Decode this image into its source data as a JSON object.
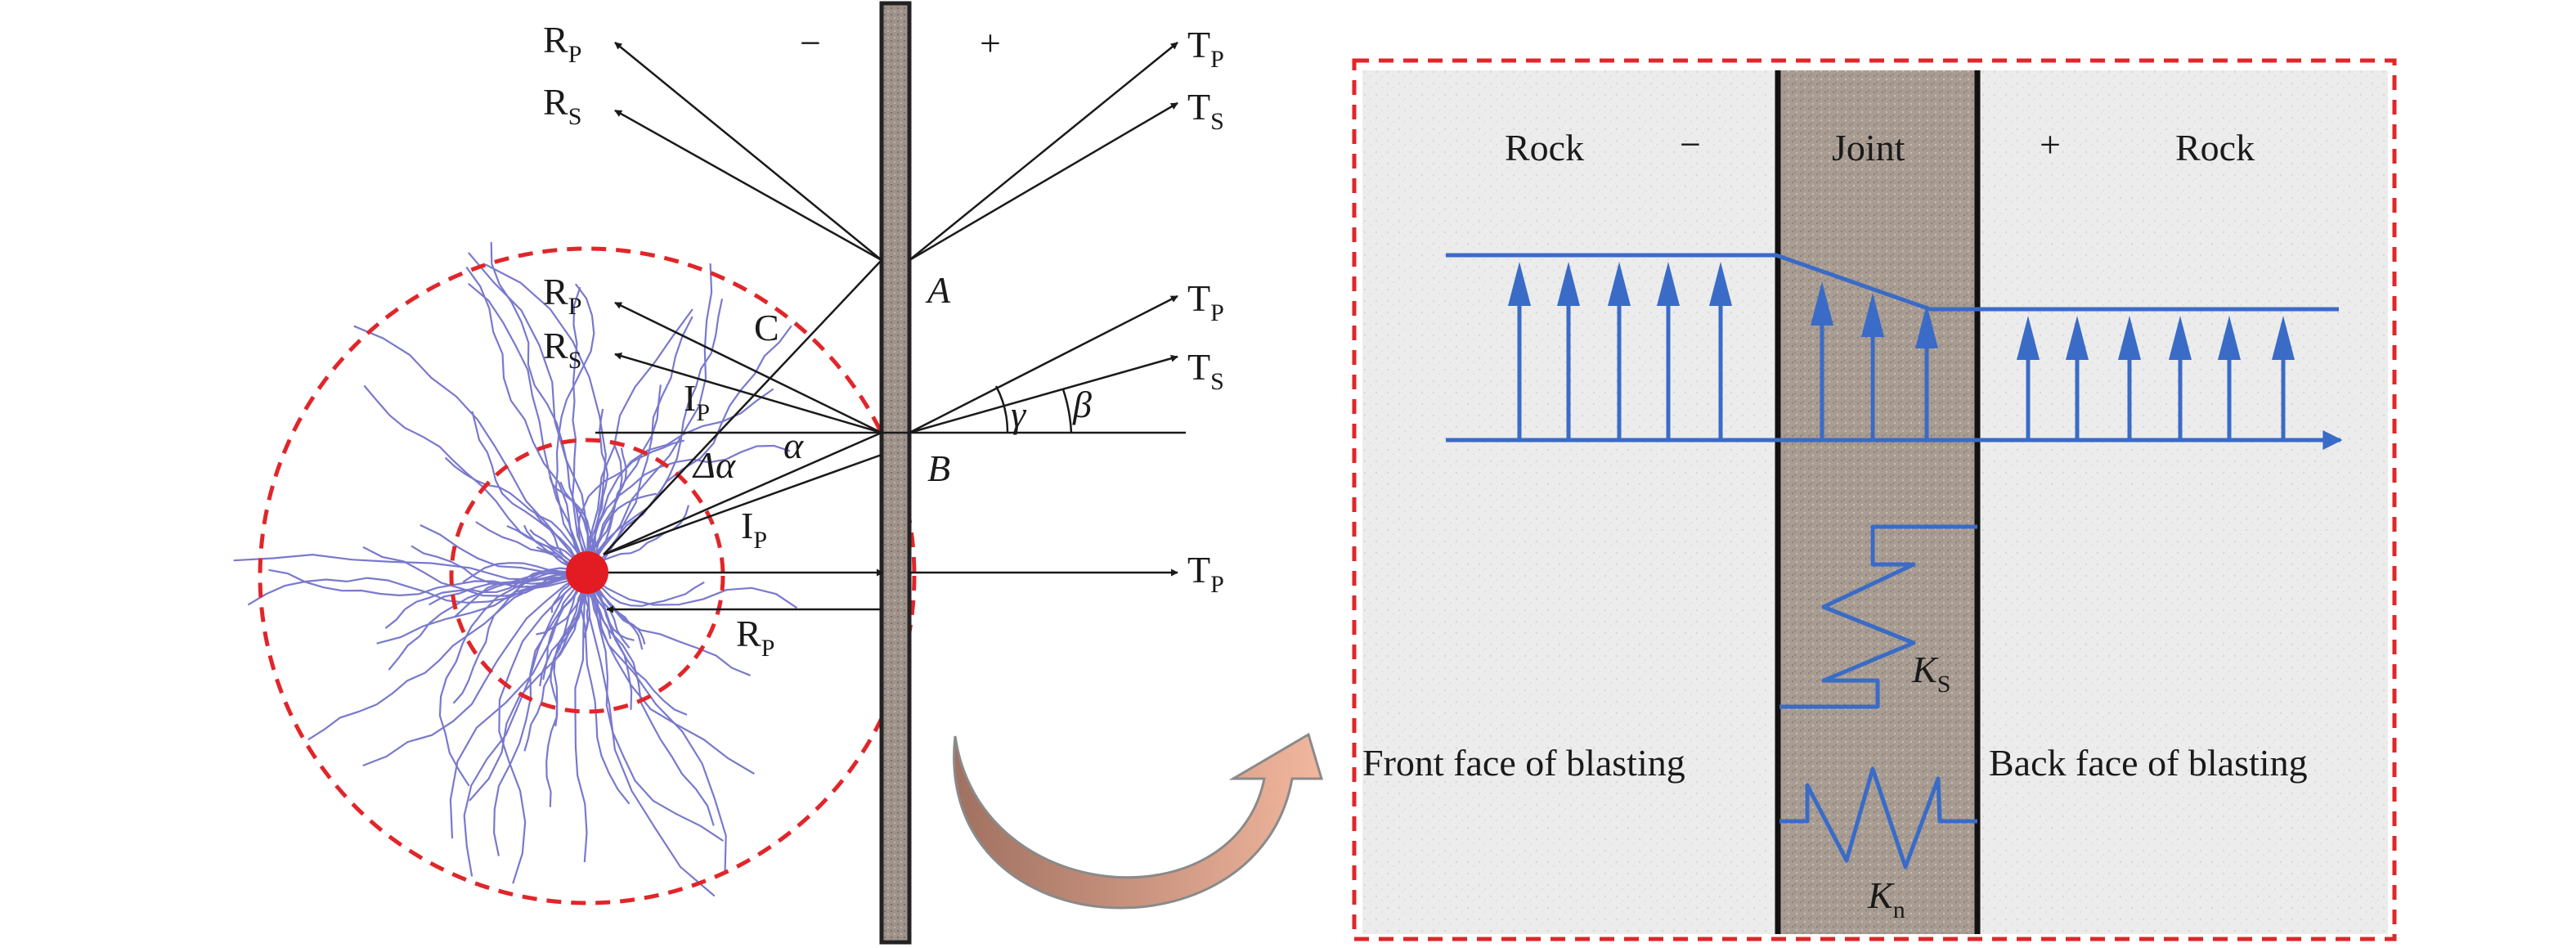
{
  "left_panel": {
    "sign_negative": "−",
    "sign_positive": "+",
    "point_A": "A",
    "point_B": "B",
    "point_C": "C",
    "ray_labels": {
      "reflected": "R",
      "transmitted": "T",
      "incident": "I",
      "sub_P": "P",
      "sub_S": "S"
    },
    "angles": {
      "alpha": "α",
      "delta_alpha": "Δα",
      "gamma": "γ",
      "beta": "β"
    }
  },
  "right_panel": {
    "rock_left": "Rock",
    "minus": "−",
    "joint": "Joint",
    "plus": "+",
    "rock_right": "Rock",
    "front_face": "Front face of blasting",
    "back_face": "Back face of blasting",
    "spring_shear": "K",
    "spring_shear_sub": "S",
    "spring_normal": "K",
    "spring_normal_sub": "n"
  },
  "colors": {
    "red_dashed": "#e0262a",
    "blast_dot": "#e31b23",
    "crack_blue": "#6b6bc8",
    "stress_blue": "#3a6bc6",
    "arrow_gradient_start": "#a07060",
    "arrow_gradient_end": "#f2b79e",
    "joint_fill": "#a89b90",
    "rock_fill": "#ececec"
  }
}
